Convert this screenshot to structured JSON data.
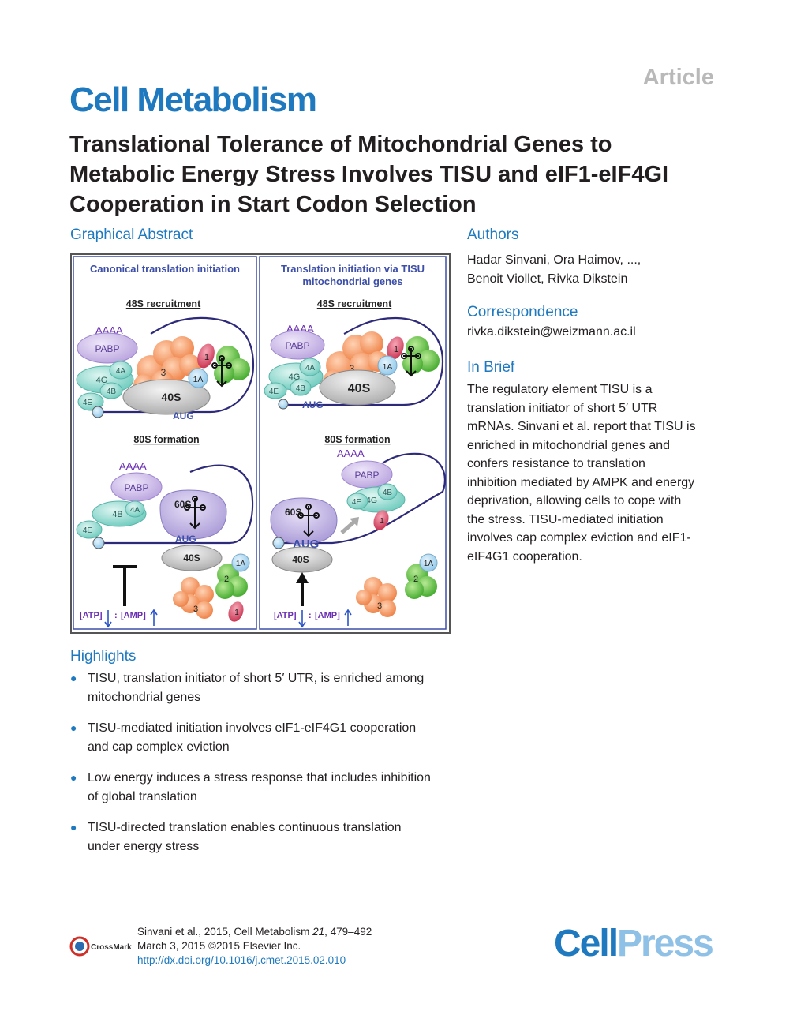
{
  "header": {
    "article_tag": "Article",
    "journal": "Cell Metabolism"
  },
  "title": "Translational Tolerance of Mitochondrial Genes to Metabolic Energy Stress Involves TISU and eIF1-eIF4GI Cooperation in Start Codon Selection",
  "graphical_abstract": {
    "heading": "Graphical Abstract",
    "left_panel_title": "Canonical translation initiation",
    "right_panel_title_line1": "Translation initiation via TISU",
    "right_panel_title_line2": "mitochondrial genes",
    "recruitment_label": "48S recruitment",
    "formation_label": "80S formation",
    "labels": {
      "aaaa": "AAAA",
      "pabp": "PABP",
      "e4a": "4A",
      "e4g": "4G",
      "e4b": "4B",
      "e4e": "4E",
      "e3": "3",
      "e1": "1",
      "e1a": "1A",
      "e2": "2",
      "s40": "40S",
      "s60": "60S",
      "aug": "AUG",
      "atp": "[ATP]",
      "amp": "[AMP]",
      "colon": ":"
    }
  },
  "authors": {
    "heading": "Authors",
    "line1": "Hadar Sinvani, Ora Haimov, ...,",
    "line2": "Benoit Viollet, Rivka Dikstein"
  },
  "correspondence": {
    "heading": "Correspondence",
    "email": "rivka.dikstein@weizmann.ac.il"
  },
  "in_brief": {
    "heading": "In Brief",
    "lines": [
      "The regulatory element TISU is a",
      "translation initiator of short 5′ UTR",
      "mRNAs. Sinvani et al. report that TISU is",
      "enriched in mitochondrial genes and",
      "confers resistance to translation",
      "inhibition mediated by AMPK and energy",
      "deprivation, allowing cells to cope with",
      "the stress. TISU-mediated initiation",
      "involves cap complex eviction and eIF1-",
      "eIF4G1 cooperation."
    ]
  },
  "highlights": {
    "heading": "Highlights",
    "items": [
      {
        "line1": "TISU, translation initiator of short 5′ UTR, is enriched among",
        "line2": "mitochondrial genes"
      },
      {
        "line1": "TISU-mediated initiation involves eIF1-eIF4G1 cooperation",
        "line2": "and cap complex eviction"
      },
      {
        "line1": "Low energy induces a stress response that includes inhibition",
        "line2": "of global translation"
      },
      {
        "line1": "TISU-directed translation enables continuous translation",
        "line2": "under energy stress"
      }
    ]
  },
  "footer": {
    "citation_authors": "Sinvani et al., 2015, Cell Metabolism ",
    "volume": "21",
    "pages": ", 479–492",
    "date": "March 3, 2015 ©2015 Elsevier Inc.",
    "doi": "http://dx.doi.org/10.1016/j.cmet.2015.02.010",
    "crossmark": "CrossMark",
    "publisher_cell": "Cell",
    "publisher_press": "Press"
  },
  "colors": {
    "brand_blue": "#1e79bf",
    "gray_tag": "#b9b9b9",
    "panel_title": "#3d4fa8",
    "purple": "#c9b7e6",
    "teal": "#7fd3c9",
    "orange": "#f4925a",
    "green": "#5cbf3a",
    "pink": "#d84a6b",
    "lightblue": "#9fd1ef"
  }
}
